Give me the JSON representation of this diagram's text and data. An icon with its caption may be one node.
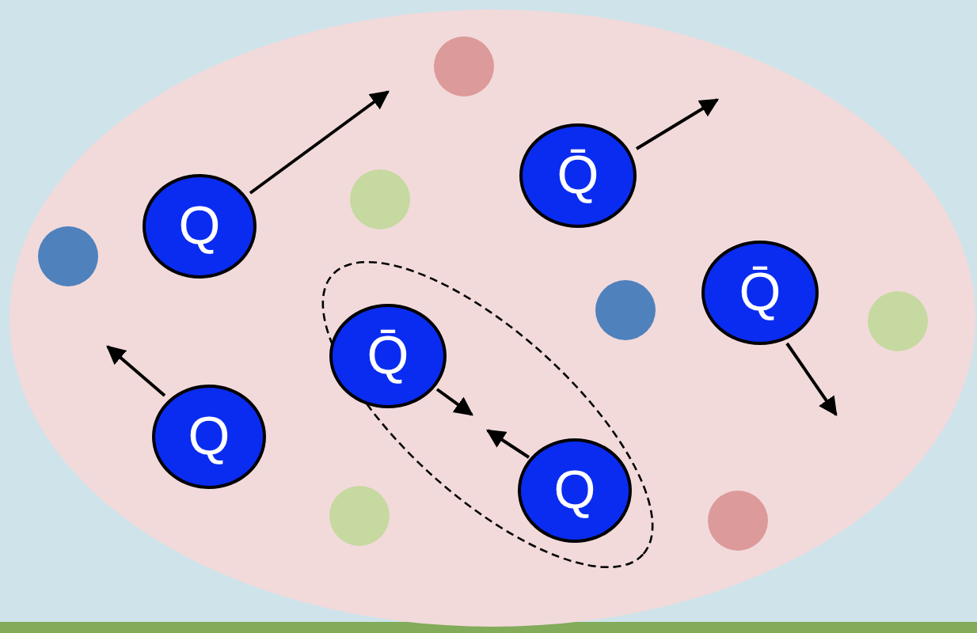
{
  "diagram": {
    "nodes": [
      {
        "text": [],
        "shape": "ellipse"
      },
      {
        "text": [
          "Q"
        ],
        "in": 0
      },
      {
        "text": [
          "Q̄"
        ],
        "in": 0
      },
      {
        "text": [
          "Q̄"
        ],
        "in": 0
      },
      {
        "text": [
          "Q"
        ],
        "in": 0
      },
      {
        "text": [],
        "shape": "ellipse",
        "in": 0
      },
      {
        "text": [
          "Q̄"
        ],
        "in": 5
      },
      {
        "text": [
          "Q"
        ],
        "in": 5
      },
      {
        "text": [],
        "shape": "circle",
        "in": 0
      },
      {
        "text": [],
        "shape": "circle",
        "in": 0
      },
      {
        "text": [],
        "shape": "circle",
        "in": 0
      },
      {
        "text": [],
        "shape": "circle",
        "in": 0
      },
      {
        "text": [],
        "shape": "circle",
        "in": 0
      },
      {
        "text": [],
        "shape": "circle",
        "in": 0
      },
      {
        "text": [],
        "shape": "circle",
        "in": 0
      }
    ]
  }
}
